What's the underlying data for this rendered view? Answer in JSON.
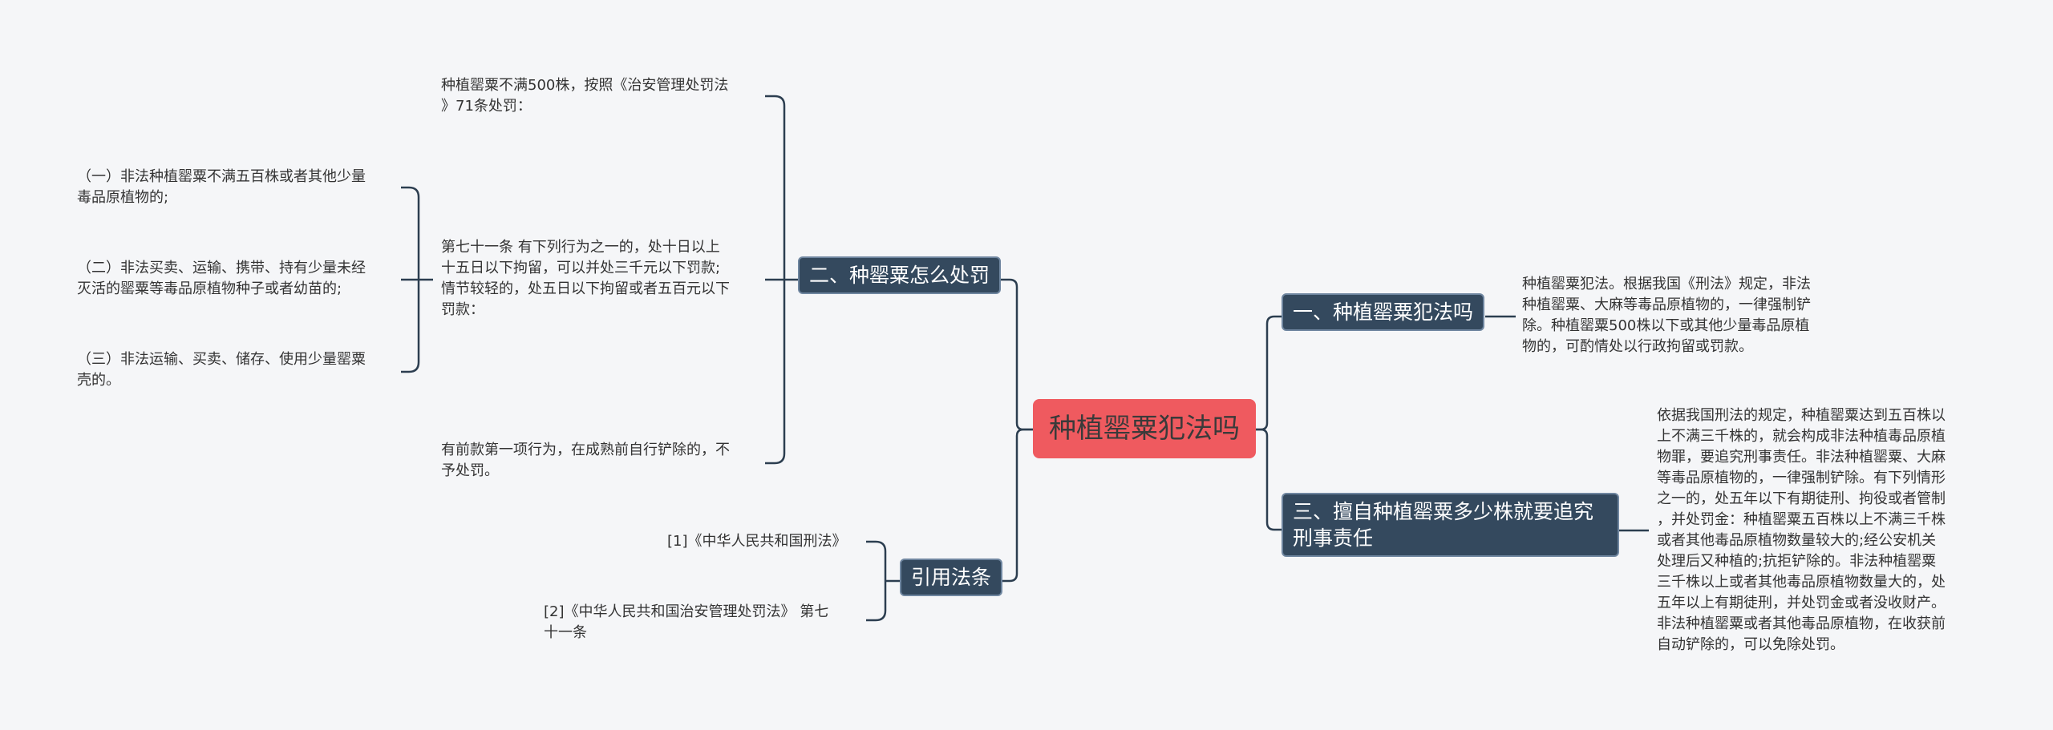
{
  "root": {
    "label": "种植罂粟犯法吗"
  },
  "branches": {
    "b1": {
      "label": "一、种植罂粟犯法吗",
      "detail": [
        "种植罂粟犯法。根据我国《刑法》规定，非法",
        "种植罂粟、大麻等毒品原植物的，一律强制铲",
        "除。种植罂粟500株以下或其他少量毒品原植",
        "物的，可酌情处以行政拘留或罚款。"
      ]
    },
    "b3": {
      "label_lines": [
        "三、擅自种植罂粟多少株就要追究",
        "刑事责任"
      ],
      "detail": [
        "依据我国刑法的规定，种植罂粟达到五百株以",
        "上不满三千株的，就会构成非法种植毒品原植",
        "物罪，要追究刑事责任。非法种植罂粟、大麻",
        "等毒品原植物的，一律强制铲除。有下列情形",
        "之一的，处五年以下有期徒刑、拘役或者管制",
        "，并处罚金：种植罂粟五百株以上不满三千株",
        "或者其他毒品原植物数量较大的;经公安机关",
        "处理后又种植的;抗拒铲除的。非法种植罂粟",
        "三千株以上或者其他毒品原植物数量大的，处",
        "五年以上有期徒刑，并处罚金或者没收财产。",
        "非法种植罂粟或者其他毒品原植物，在收获前",
        "自动铲除的，可以免除处罚。"
      ]
    },
    "b2": {
      "label": "二、种罂粟怎么处罚",
      "leaf1": [
        "种植罂粟不满500株，按照《治安管理处罚法",
        "》71条处罚："
      ],
      "leaf2": [
        "第七十一条 有下列行为之一的，处十日以上",
        "十五日以下拘留，可以并处三千元以下罚款;",
        "情节较轻的，处五日以下拘留或者五百元以下",
        "罚款："
      ],
      "sub_items": [
        [
          "（一）非法种植罂粟不满五百株或者其他少量",
          "毒品原植物的;"
        ],
        [
          "（二）非法买卖、运输、携带、持有少量未经",
          "灭活的罂粟等毒品原植物种子或者幼苗的;"
        ],
        [
          "（三）非法运输、买卖、储存、使用少量罂粟",
          "壳的。"
        ]
      ],
      "leaf3": [
        "有前款第一项行为，在成熟前自行铲除的，不",
        "予处罚。"
      ]
    },
    "b4": {
      "label": "引用法条",
      "ref1": "[1]《中华人民共和国刑法》",
      "ref2": [
        "[2]《中华人民共和国治安管理处罚法》 第七",
        "十一条"
      ]
    }
  },
  "colors": {
    "root_fill": "#ef5a5f",
    "branch_fill": "#34495e",
    "line": "#2c3e50",
    "background": "#f5f6f8",
    "text": "#333333"
  }
}
